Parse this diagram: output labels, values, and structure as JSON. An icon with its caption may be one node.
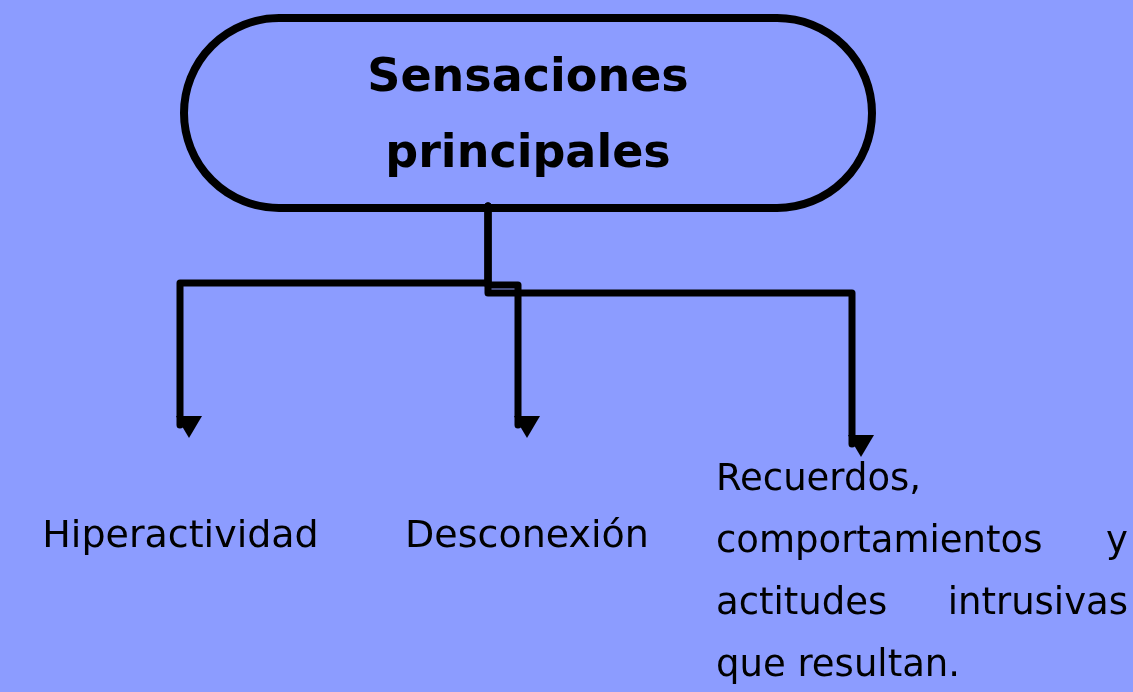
{
  "diagram": {
    "nodes": [
      {
        "text": [
          "Sensaciones principales"
        ]
      },
      {
        "text": [
          "Hiperactividad"
        ]
      },
      {
        "text": [
          "Desconexión"
        ]
      },
      {
        "text": [
          "Recuerdos, comportamientos y actitudes intrusivas que resultan."
        ]
      }
    ],
    "edges": [
      {
        "from": 0,
        "to": 1,
        "arrow": "to"
      },
      {
        "from": 0,
        "to": 2,
        "arrow": "to"
      },
      {
        "from": 0,
        "to": 3,
        "arrow": "to"
      }
    ]
  }
}
